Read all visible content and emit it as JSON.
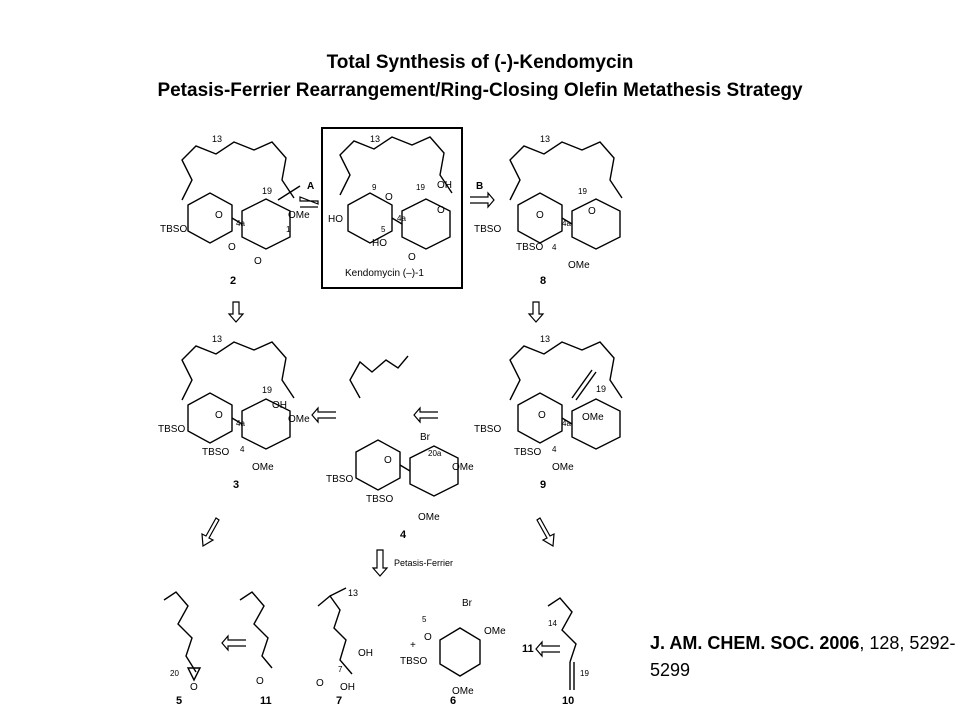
{
  "header": {
    "title": "Total Synthesis of (-)-Kendomycin",
    "subtitle": "Petasis-Ferrier Rearrangement/Ring-Closing Olefin Metathesis Strategy"
  },
  "reference": {
    "journal": "J. AM. CHEM. SOC. 2006",
    "rest": ", 128, 5292-5299"
  },
  "scheme": {
    "arrow_labels": {
      "a": "A",
      "b": "B",
      "pf": "Petasis-Ferrier"
    },
    "compounds": {
      "c1": "Kendomycin (–)-1",
      "c2": "2",
      "c3": "3",
      "c4": "4",
      "c5": "5",
      "c6": "6",
      "c7": "7",
      "c8": "8",
      "c9": "9",
      "c10": "10",
      "c11a": "11",
      "c11b": "11"
    },
    "atoms": {
      "tbso": "TBSO",
      "ome": "OMe",
      "ho": "HO",
      "oh": "OH",
      "o": "O",
      "br": "Br",
      "n13": "13",
      "n19": "19",
      "n4a": "4a",
      "n1": "1",
      "n5": "5",
      "n4": "4",
      "n9": "9",
      "n20a": "20a",
      "n14": "14",
      "n20": "20",
      "n7": "7"
    }
  }
}
